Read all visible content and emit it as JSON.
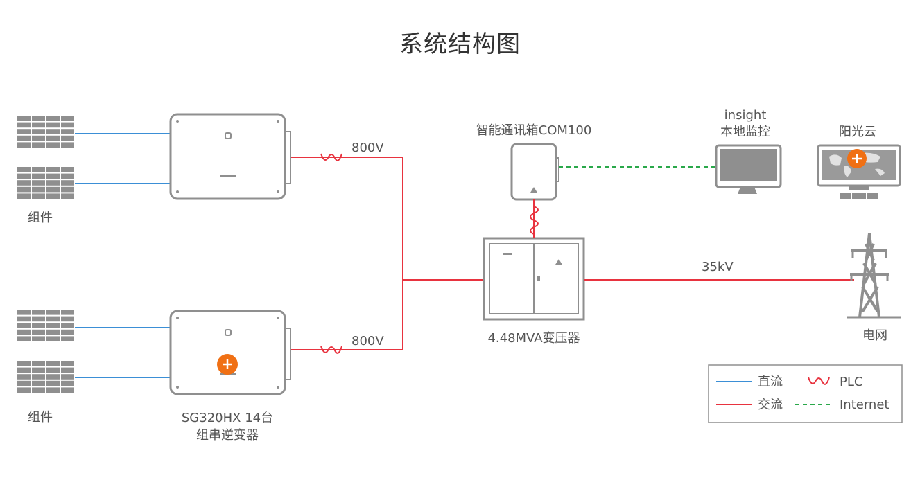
{
  "title": "系统结构图",
  "labels": {
    "modules_top": "组件",
    "modules_bottom": "组件",
    "inverter_line1": "SG320HX 14台",
    "inverter_line2": "组串逆变器",
    "voltage_top": "800V",
    "voltage_bottom": "800V",
    "com_box": "智能通讯箱COM100",
    "transformer": "4.48MVA变压器",
    "voltage_grid": "35kV",
    "grid": "电网",
    "insight_line1": "insight",
    "insight_line2": "本地监控",
    "cloud": "阳光云"
  },
  "legend": {
    "dc": "直流",
    "ac": "交流",
    "plc": "PLC",
    "internet": "Internet"
  },
  "colors": {
    "dc": "#3b8fd6",
    "ac": "#e8333f",
    "internet": "#2aa84a",
    "device": "#8f8f8f",
    "accent": "#f07014"
  },
  "icons": {
    "solar_panel": "solar-panel-icon",
    "inverter": "inverter-icon",
    "com_box": "communication-box-icon",
    "transformer": "transformer-icon",
    "monitor": "monitor-icon",
    "cloud_screen": "cloud-screen-icon",
    "grid_tower": "power-tower-icon",
    "plc_wave": "plc-wave-icon",
    "plus": "plus-hotspot-icon"
  }
}
